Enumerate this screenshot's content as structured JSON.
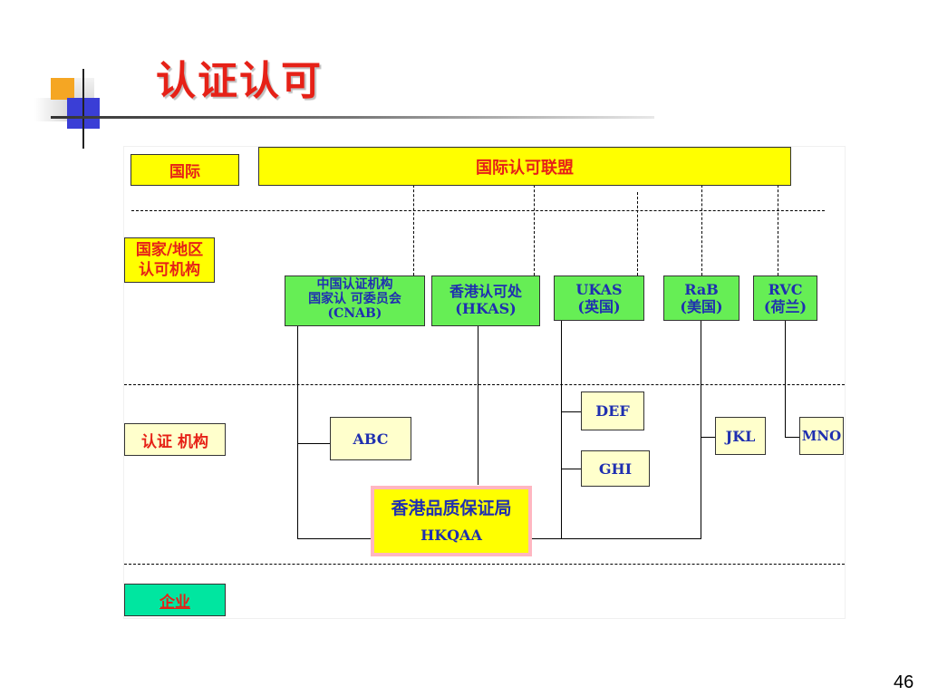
{
  "slide": {
    "title": "认证认可",
    "page_number": "46"
  },
  "levels": {
    "international": "国际",
    "national": [
      "国家/地区",
      "认可机构"
    ],
    "certification": "认证 机构",
    "enterprise": "企业"
  },
  "top_box": "国际认可联盟",
  "accreditation_bodies": [
    {
      "lines": [
        "中国认证机构",
        "国家认 可委员会",
        "(CNAB)"
      ]
    },
    {
      "lines": [
        "香港认可处",
        "(HKAS)"
      ]
    },
    {
      "lines": [
        "UKAS",
        "(英国)"
      ]
    },
    {
      "lines": [
        "RaB",
        "(美国)"
      ]
    },
    {
      "lines": [
        "RVC",
        "(荷兰)"
      ]
    }
  ],
  "certification_bodies": {
    "abc": "ABC",
    "def": "DEF",
    "ghi": "GHI",
    "jkl": "JKL",
    "mno": "MNO",
    "hkqaa_cn": "香港品质保证局",
    "hkqaa_en": "HKQAA"
  },
  "colors": {
    "title": "#e62117",
    "level_box": "#ffff00",
    "accreditation_box": "#66ee55",
    "node_box": "#ffffcc",
    "enterprise_box": "#00e6a0",
    "text_blue": "#1f2fb0"
  }
}
